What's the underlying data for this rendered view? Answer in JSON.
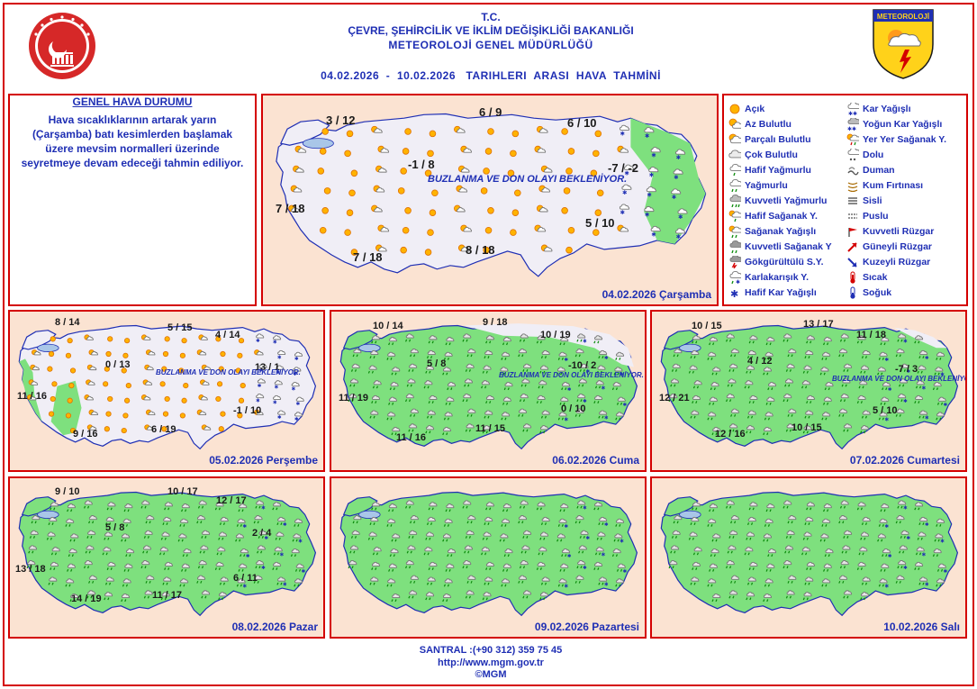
{
  "header": {
    "tc": "T.C.",
    "ministry": "ÇEVRE, ŞEHİRCİLİK VE İKLİM DEĞİŞİKLİĞİ BAKANLIĞI",
    "directorate": "METEOROLOJİ  GENEL  MÜDÜRLÜĞÜ",
    "period": "04.02.2026  -  10.02.2026   TARIHLERI  ARASI  HAVA  TAHMİNİ",
    "logo_right_text": "METEOROLOJİ"
  },
  "general": {
    "title": "GENEL HAVA DURUMU",
    "text": "Hava sıcaklıklarının artarak yarın (Çarşamba) batı kesimlerden başlamak üzere mevsim normalleri üzerinde seyretmeye devam edeceği tahmin ediliyor."
  },
  "days": [
    {
      "date": "04.02.2026 Çarşamba",
      "note": "BUZLANMA VE DON OLAYI BEKLENİYOR.",
      "temps": [
        "3 / 12",
        "6 / 9",
        "6 / 10",
        "-1 / 8",
        "-7 / -2",
        "7 / 18",
        "5 / 10",
        "7 / 18",
        "8 / 18"
      ]
    },
    {
      "date": "05.02.2026 Perşembe",
      "note": "BUZLANMA VE DON OLAYI BEKLENİYOR.",
      "temps": [
        "8 / 14",
        "5 / 15",
        "4 / 14",
        "0 / 13",
        "13 / 1",
        "11 / 16",
        "9 / 16",
        "6 / 19",
        "-1 / 10"
      ]
    },
    {
      "date": "06.02.2026 Cuma",
      "note": "BUZLANMA VE DON OLAYI BEKLENİYOR.",
      "temps": [
        "10 / 14",
        "9 / 18",
        "10 / 19",
        "5 / 8",
        "-10 / 2",
        "11 / 19",
        "0 / 10",
        "11 / 16",
        "11 / 15"
      ]
    },
    {
      "date": "07.02.2026 Cumartesi",
      "note": "BUZLANMA VE DON OLAYI BEKLENİYOR.",
      "temps": [
        "10 / 15",
        "13 / 17",
        "11 / 18",
        "4 / 12",
        "-7 / 3",
        "12 / 21",
        "5 / 10",
        "12 / 16",
        "10 / 15"
      ]
    },
    {
      "date": "08.02.2026 Pazar",
      "note": "",
      "temps": [
        "9 / 10",
        "10 / 17",
        "12 / 17",
        "5 / 8",
        "2 / 4",
        "13 / 18",
        "6 / 11",
        "14 / 19",
        "11 / 17"
      ]
    },
    {
      "date": "09.02.2026 Pazartesi",
      "note": "",
      "temps": []
    },
    {
      "date": "10.02.2026 Salı",
      "note": "",
      "temps": []
    }
  ],
  "legend": {
    "col1": [
      {
        "label": "Açık",
        "icon": "sun-icon"
      },
      {
        "label": "Az Bulutlu",
        "icon": "sun-cloud-icon"
      },
      {
        "label": "Parçalı Bulutlu",
        "icon": "partly-cloudy-icon"
      },
      {
        "label": "Çok Bulutlu",
        "icon": "cloudy-icon"
      },
      {
        "label": "Hafif Yağmurlu",
        "icon": "light-rain-icon"
      },
      {
        "label": "Yağmurlu",
        "icon": "rain-icon"
      },
      {
        "label": "Kuvvetli Yağmurlu",
        "icon": "heavy-rain-icon"
      },
      {
        "label": "Hafif Sağanak Y.",
        "icon": "light-shower-icon"
      },
      {
        "label": "Sağanak Yağışlı",
        "icon": "shower-icon"
      },
      {
        "label": "Kuvvetli Sağanak Y",
        "icon": "heavy-shower-icon"
      },
      {
        "label": "Gökgürültülü S.Y.",
        "icon": "thunder-icon"
      },
      {
        "label": "Karlakarışık Y.",
        "icon": "sleet-icon"
      },
      {
        "label": "Hafif Kar Yağışlı",
        "icon": "light-snow-icon"
      }
    ],
    "col2": [
      {
        "label": "Kar Yağışlı",
        "icon": "snow-icon"
      },
      {
        "label": "Yoğun Kar Yağışlı",
        "icon": "heavy-snow-icon"
      },
      {
        "label": "Yer Yer Sağanak Y.",
        "icon": "local-shower-icon"
      },
      {
        "label": "Dolu",
        "icon": "hail-icon"
      },
      {
        "label": "Duman",
        "icon": "smoke-icon"
      },
      {
        "label": "Kum Fırtınası",
        "icon": "sandstorm-icon"
      },
      {
        "label": "Sisli",
        "icon": "fog-icon"
      },
      {
        "label": "Puslu",
        "icon": "haze-icon"
      },
      {
        "label": "Kuvvetli Rüzgar",
        "icon": "strong-wind-icon"
      },
      {
        "label": "Güneyli Rüzgar",
        "icon": "south-wind-icon"
      },
      {
        "label": "Kuzeyli Rüzgar",
        "icon": "north-wind-icon"
      },
      {
        "label": "Sıcak",
        "icon": "hot-icon"
      },
      {
        "label": "Soğuk",
        "icon": "cold-icon"
      }
    ]
  },
  "footer": {
    "phone": "SANTRAL :(+90 312) 359 75 45",
    "url": "http://www.mgm.gov.tr",
    "copyright": "©MGM"
  },
  "colors": {
    "accent_red": "#d40000",
    "text_blue": "#1f2fb4",
    "rain_green": "#7ee07e",
    "dry_land": "#f0eef6",
    "sea": "#fbe3d2"
  }
}
